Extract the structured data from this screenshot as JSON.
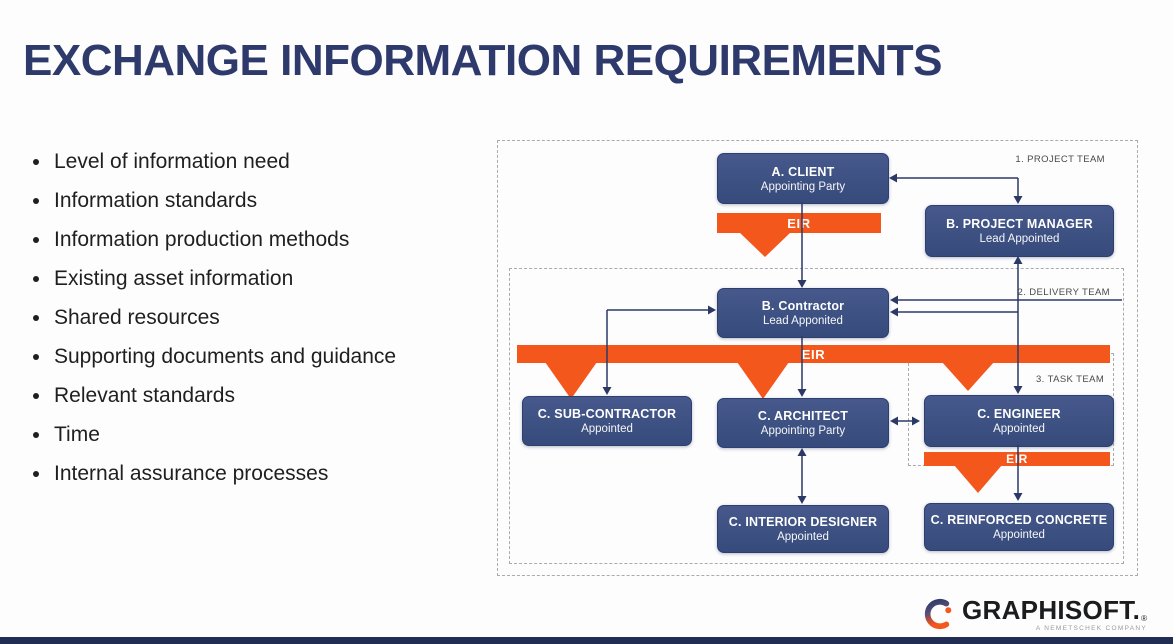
{
  "slide": {
    "title": "EXCHANGE INFORMATION REQUIREMENTS",
    "bullets": [
      "Level of information need",
      "Information standards",
      "Information production methods",
      "Existing asset information",
      "Shared resources",
      "Supporting documents and guidance",
      "Relevant standards",
      "Time",
      "Internal assurance processes"
    ]
  },
  "diagram": {
    "eir_label": "EIR",
    "groups": {
      "project_team": "1. PROJECT TEAM",
      "delivery_team": "2. DELIVERY TEAM",
      "task_team": "3. TASK TEAM"
    },
    "nodes": {
      "client": {
        "title": "A. CLIENT",
        "subtitle": "Appointing Party"
      },
      "project_manager": {
        "title": "B. PROJECT MANAGER",
        "subtitle": "Lead Appointed"
      },
      "contractor": {
        "title": "B. Contractor",
        "subtitle": "Lead Apponited"
      },
      "sub_contractor": {
        "title": "C. SUB-CONTRACTOR",
        "subtitle": "Appointed"
      },
      "architect": {
        "title": "C. ARCHITECT",
        "subtitle": "Appointing Party"
      },
      "engineer": {
        "title": "C. ENGINEER",
        "subtitle": "Appointed"
      },
      "interior_designer": {
        "title": "C. INTERIOR DESIGNER",
        "subtitle": "Appointed"
      },
      "reinforced_concrete": {
        "title": "C. REINFORCED CONCRETE",
        "subtitle": "Appointed"
      }
    },
    "colors": {
      "node_navy": "#3d5285",
      "eir_orange": "#f4571c",
      "connector_navy": "#2c3966",
      "title_navy": "#2e3a6c"
    }
  },
  "footer": {
    "brand": "GRAPHISOFT.",
    "registered_mark": "®",
    "tagline": "A NEMETSCHEK COMPANY"
  }
}
